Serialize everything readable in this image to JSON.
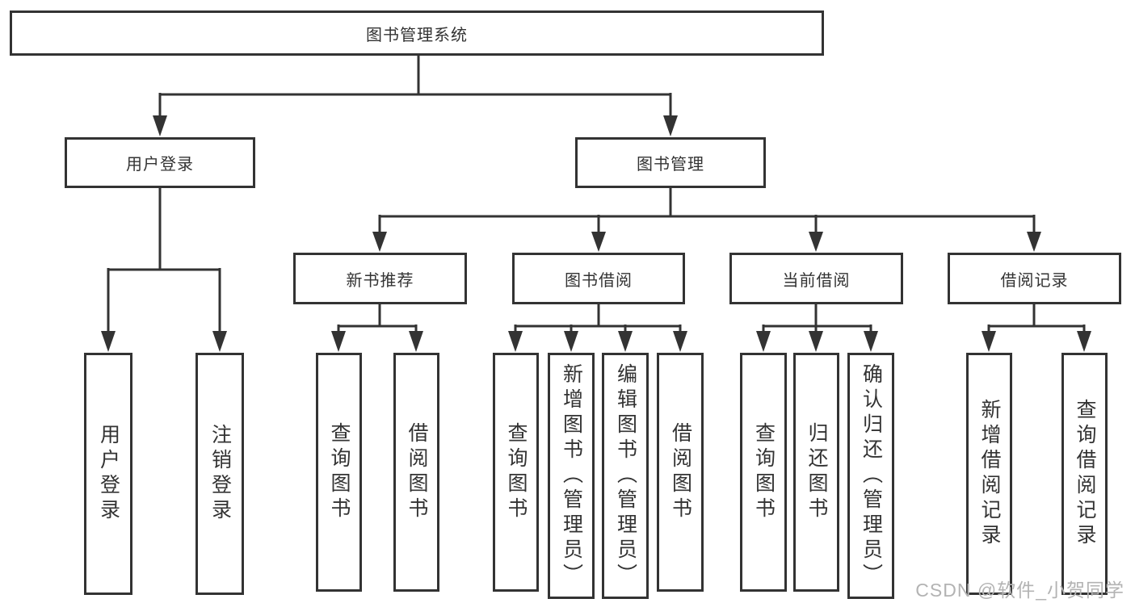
{
  "nodes": {
    "root": "图书管理系统",
    "l2": [
      "用户登录",
      "图书管理"
    ],
    "l3": [
      "新书推荐",
      "图书借阅",
      "当前借阅",
      "借阅记录"
    ],
    "g1": [
      "用户登录",
      "注销登录"
    ],
    "g2": [
      "查询图书",
      "借阅图书"
    ],
    "g3": [
      "查询图书",
      "新增图书（管理员）",
      "编辑图书（管理员）",
      "借阅图书"
    ],
    "g4": [
      "查询图书",
      "归还图书",
      "确认归还（管理员）"
    ],
    "g5": [
      "新增借阅记录",
      "查询借阅记录"
    ]
  },
  "watermark": "CSDN @软件_小贺同学",
  "colors": {
    "line": "#333333",
    "text": "#333333",
    "watermark": "#b3b3b3",
    "background": "#ffffff"
  }
}
